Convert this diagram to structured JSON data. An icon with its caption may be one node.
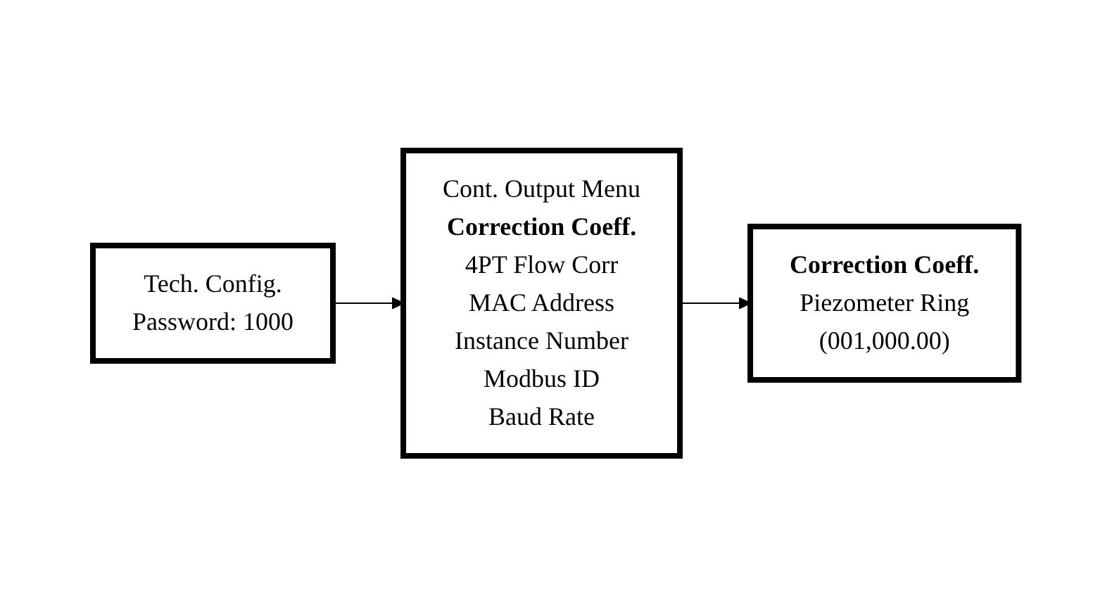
{
  "diagram": {
    "nodes": [
      {
        "text": [
          "Tech. Config.",
          "Password: 1000"
        ]
      },
      {
        "text": [
          "Cont. Output Menu",
          "**Correction Coeff.**",
          "4PT Flow Corr",
          "MAC Address",
          "Instance Number",
          "Modbus ID",
          "Baud Rate"
        ]
      },
      {
        "text": [
          "Correction Coeff.",
          "Piezometer Ring",
          "(001,000.00)"
        ]
      }
    ],
    "edges": [
      {
        "from": 0,
        "to": 1,
        "arrow": "to"
      },
      {
        "from": 1,
        "to": 2,
        "arrow": "to"
      }
    ]
  }
}
